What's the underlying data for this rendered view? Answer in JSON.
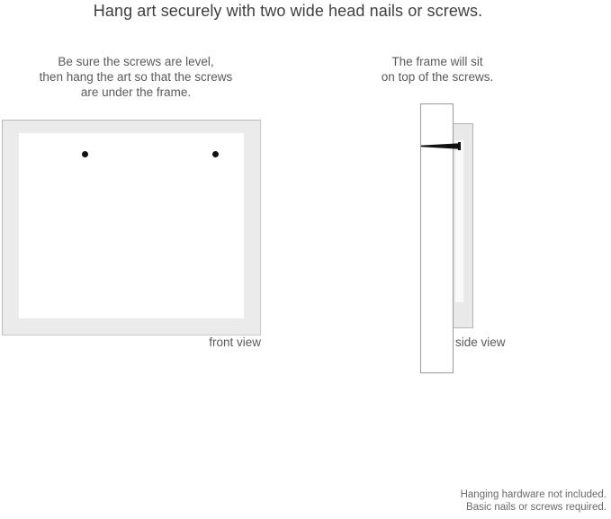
{
  "title": "Hang art securely with two wide head nails or screws.",
  "front_view": {
    "caption_lines": [
      "Be sure the screws are level,",
      "then hang the art so that the screws",
      "are under the frame."
    ],
    "label": "front view",
    "screw_count": 2,
    "frame_color": "#ebebeb",
    "art_color": "#ffffff",
    "screw_color": "#111111"
  },
  "side_view": {
    "caption_lines": [
      "The frame will sit",
      "on top of the screws."
    ],
    "label": "side view",
    "wall_color": "#ffffff",
    "profile_color": "#e9e9e9",
    "nail_color": "#111111"
  },
  "footer": {
    "line1": "Hanging hardware not included.",
    "line2": "Basic nails or screws required."
  }
}
